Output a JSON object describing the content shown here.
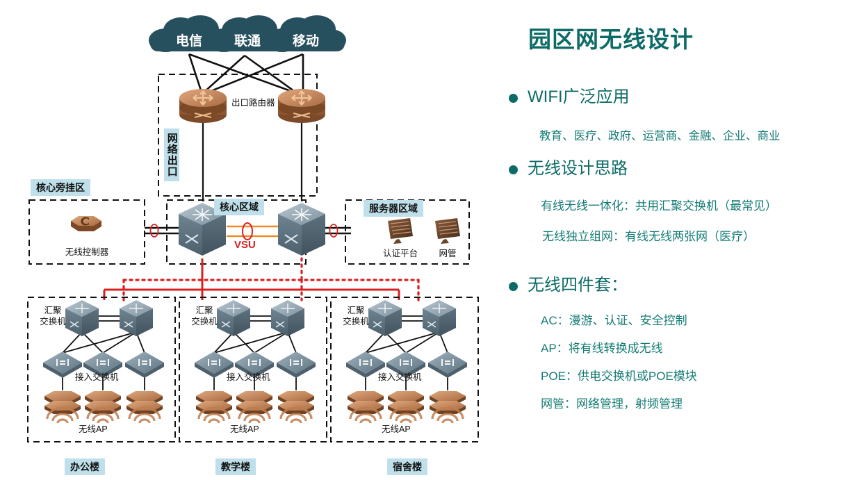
{
  "panel": {
    "title": "园区网无线设计",
    "bullets": [
      {
        "label": "WIFI广泛应用",
        "subs": [
          "教育、医疗、政府、运营商、金融、企业、商业"
        ]
      },
      {
        "label": "无线设计思路",
        "subs": [
          "有线无线一体化：共用汇聚交换机（最常见）",
          "无线独立组网：有线无线两张网（医疗）"
        ]
      },
      {
        "label": "无线四件套：",
        "subs": [
          "AC：漫游、认证、安全控制",
          "AP：将有线转换成无线",
          "POE：供电交换机或POE模块",
          "网管：网络管理，射频管理"
        ]
      }
    ]
  },
  "diagram": {
    "clouds": [
      "电信",
      "联通",
      "移动"
    ],
    "zones": {
      "network_exit": "网络出口",
      "core_bypass": "核心旁挂区",
      "core": "核心区域",
      "server": "服务器区域"
    },
    "devices": {
      "exit_router": "出口路由器",
      "wireless_controller": "无线控制器",
      "auth_platform": "认证平台",
      "netmgmt": "网管",
      "vsu": "VSU",
      "agg_switch": "汇聚\n交换机",
      "agg_switch_line1": "汇聚",
      "agg_switch_line2": "交换机",
      "access_switch": "接入交换机",
      "wireless_ap": "无线AP"
    },
    "buildings": [
      "办公楼",
      "教学楼",
      "宿舍楼"
    ],
    "colors": {
      "teal": "#0d6b67",
      "label_bg": "#bfe0ea",
      "red_link": "#d91f1f",
      "orange_link": "#f08a24",
      "cloud": "#27505e",
      "router_brown": "#9a5c36",
      "switch_blue": "#6f8492"
    }
  }
}
